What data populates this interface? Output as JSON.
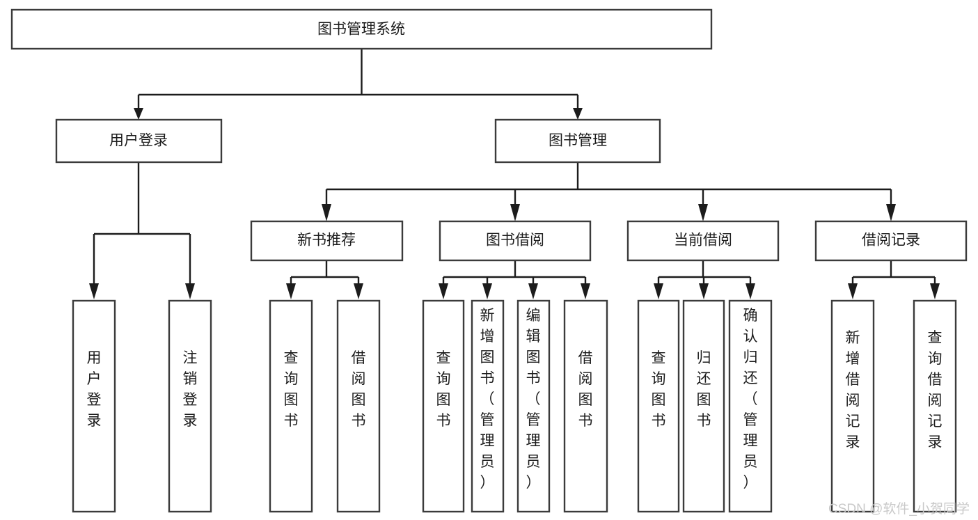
{
  "diagram": {
    "type": "hierarchy-tree",
    "title_node": {
      "label": "图书管理系统"
    },
    "level2": [
      {
        "label": "用户登录"
      },
      {
        "label": "图书管理"
      }
    ],
    "level3": [
      {
        "label": "新书推荐"
      },
      {
        "label": "图书借阅"
      },
      {
        "label": "当前借阅"
      },
      {
        "label": "借阅记录"
      }
    ],
    "leaves": {
      "user_login": [
        {
          "label": "用户登录"
        },
        {
          "label": "注销登录"
        }
      ],
      "new_book_recommend": [
        {
          "label": "查询图书"
        },
        {
          "label": "借阅图书"
        }
      ],
      "book_borrow": [
        {
          "label": "查询图书"
        },
        {
          "label": "新增图书（管理员）"
        },
        {
          "label": "编辑图书（管理员）"
        },
        {
          "label": "借阅图书"
        }
      ],
      "current_borrow": [
        {
          "label": "查询图书"
        },
        {
          "label": "归还图书"
        },
        {
          "label": "确认归还（管理员）"
        }
      ],
      "borrow_records": [
        {
          "label": "新增借阅记录"
        },
        {
          "label": "查询借阅记录"
        }
      ]
    }
  },
  "watermark": {
    "text": "CSDN @软件_小贺同学"
  },
  "colors": {
    "stroke": "#3b3b3b",
    "connector": "#1c1c1c",
    "text": "#1c1c1c",
    "background": "#ffffff",
    "watermark": "#c9c9c9"
  }
}
